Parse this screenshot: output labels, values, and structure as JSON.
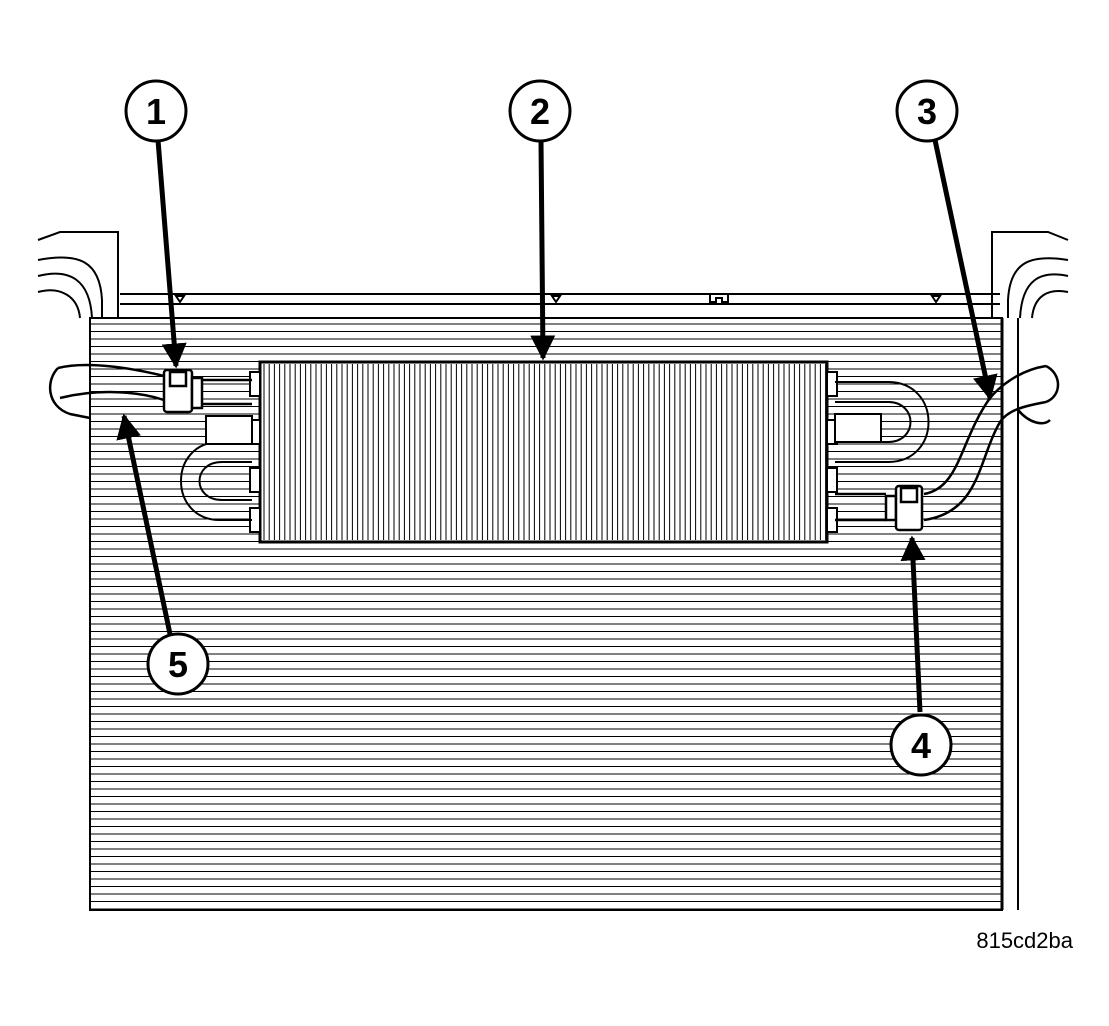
{
  "figure_id": "815cd2ba",
  "callouts": [
    {
      "number": "1"
    },
    {
      "number": "2"
    },
    {
      "number": "3"
    },
    {
      "number": "4"
    },
    {
      "number": "5"
    }
  ],
  "colors": {
    "line": "#000000",
    "background": "#ffffff"
  }
}
